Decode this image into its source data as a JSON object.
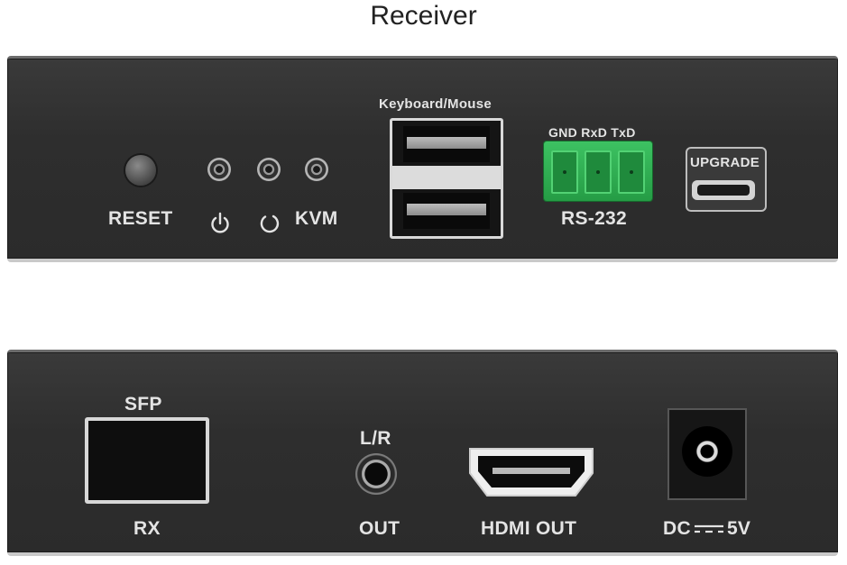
{
  "title": "Receiver",
  "front": {
    "reset_label": "RESET",
    "led_labels": {
      "power_icon": "power-icon",
      "link_icon": "link-status-icon",
      "kvm": "KVM"
    },
    "usb_label": "Keyboard/Mouse",
    "rs232_pins": "GND RxD TxD",
    "rs232_label": "RS-232",
    "upgrade_label": "UPGRADE"
  },
  "back": {
    "sfp_top": "SFP",
    "sfp_bottom": "RX",
    "audio_top": "L/R",
    "audio_bottom": "OUT",
    "hdmi_label": "HDMI OUT",
    "dc_label_prefix": "DC",
    "dc_label_suffix": "5V"
  },
  "colors": {
    "panel": "#2e2e2e",
    "terminal": "#2fb352",
    "label": "#e4e4e4"
  }
}
